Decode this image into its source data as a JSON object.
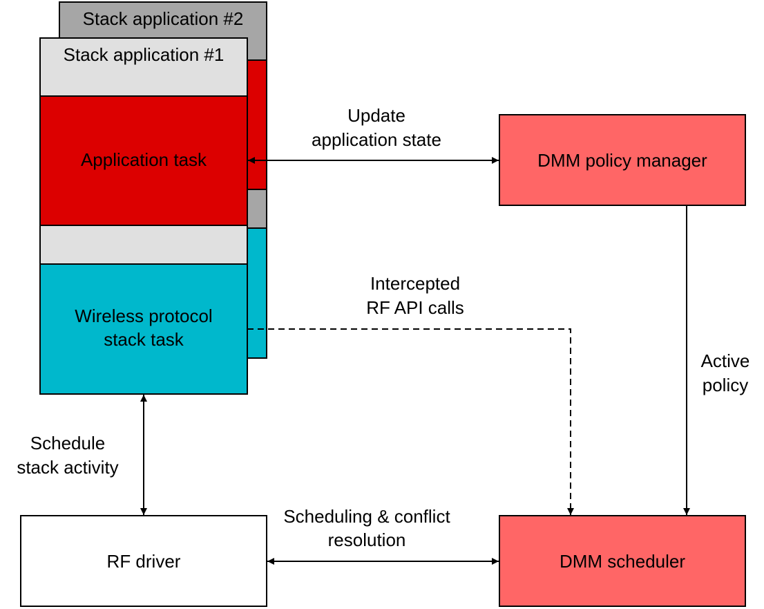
{
  "stack_app_2": {
    "title": "Stack application #2"
  },
  "stack_app_1": {
    "title": "Stack application #1",
    "application_task": "Application task",
    "wireless_task": [
      "Wireless protocol",
      "stack task"
    ]
  },
  "policy_manager": {
    "label": "DMM policy manager"
  },
  "scheduler": {
    "label": "DMM scheduler"
  },
  "rf_driver": {
    "label": "RF driver"
  },
  "connections": {
    "update_state": [
      "Update",
      "application state"
    ],
    "intercepted": [
      "Intercepted",
      "RF API calls"
    ],
    "active_policy": [
      "Active",
      "policy"
    ],
    "schedule_activity": [
      "Schedule",
      "stack activity"
    ],
    "conflict_resolution": [
      "Scheduling & conflict",
      "resolution"
    ]
  },
  "colors": {
    "title_bar": "#E0E0E0",
    "title_bar_back": "#A6A6A6",
    "app_task": "#DC0000",
    "wireless_task": "#00B8CC",
    "dmm_block": "#FF6666",
    "rf_driver": "#FFFFFF"
  }
}
